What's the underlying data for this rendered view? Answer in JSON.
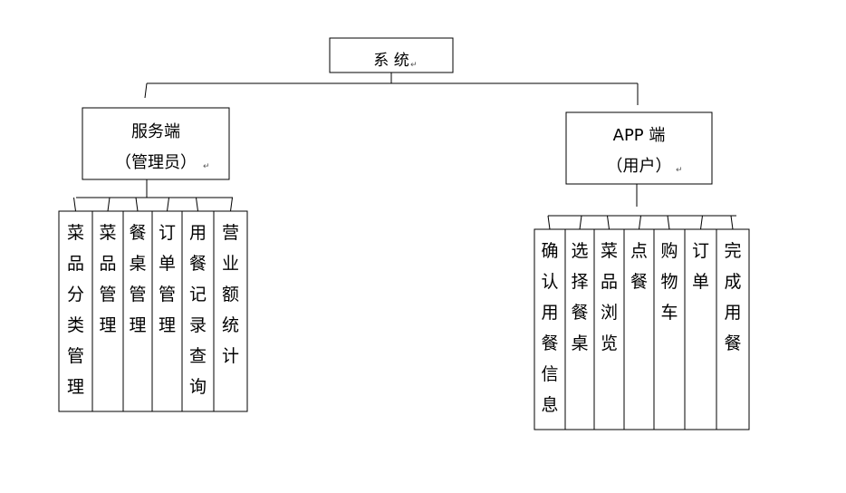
{
  "root": {
    "label": "系统",
    "label_text": "系 统"
  },
  "branches": [
    {
      "id": "server",
      "title": "服务端",
      "subtitle": "（管理员）",
      "children": [
        "菜品分类管理",
        "菜品管理",
        "餐桌管理",
        "订单管理",
        "用餐记录查询",
        "营业额统计"
      ]
    },
    {
      "id": "app",
      "title": "APP 端",
      "subtitle": "（用户）",
      "children": [
        "确认用餐信息",
        "选择餐桌",
        "菜品浏览",
        "点餐",
        "购物车",
        "订单",
        "完成用餐"
      ]
    }
  ],
  "colors": {
    "stroke": "#000000",
    "text": "#000000",
    "background": "#ffffff"
  }
}
